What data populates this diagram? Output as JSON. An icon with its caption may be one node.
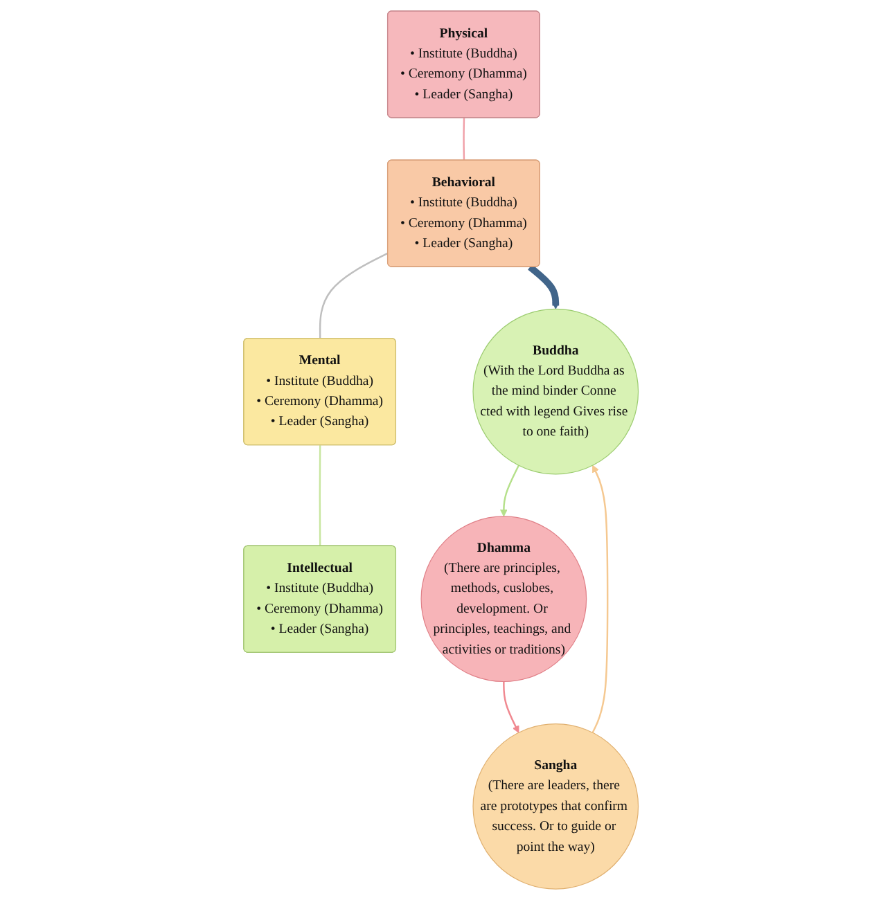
{
  "diagram": {
    "nodes": [
      {
        "text": [
          "Physical",
          "• Institute (Buddha)",
          "• Ceremony (Dhamma)",
          "• Leader (Sangha)"
        ]
      },
      {
        "text": [
          "Behavioral",
          "• Institute (Buddha)",
          "• Ceremony (Dhamma)",
          "• Leader (Sangha)"
        ]
      },
      {
        "text": [
          "Mental",
          "• Institute (Buddha)",
          "• Ceremony (Dhamma)",
          "• Leader (Sangha)"
        ]
      },
      {
        "text": [
          "Intellectual",
          "• Institute (Buddha)",
          "• Ceremony (Dhamma)",
          "• Leader (Sangha)"
        ]
      },
      {
        "text": [
          "Buddha",
          "(With the Lord Buddha as the mind binder Conne cted with legend Gives rise to one faith)"
        ]
      },
      {
        "text": [
          "Dhamma",
          "(There are principles, methods, cuslobes, development. Or principles, teachings, and activities or traditions)"
        ]
      },
      {
        "text": [
          "Sangha",
          "(There are leaders, there are prototypes that confirm success. Or to guide or point the way)"
        ]
      }
    ],
    "edges": [
      {
        "from": 0,
        "to": 1,
        "arrow": "none",
        "color": "#f0a0a8"
      },
      {
        "from": 1,
        "to": 2,
        "arrow": "none",
        "color": "#bfbfbf"
      },
      {
        "from": 2,
        "to": 3,
        "arrow": "none",
        "color": "#c8e6a0"
      },
      {
        "from": 1,
        "to": 4,
        "arrow": "to",
        "style": "thick",
        "color": "#41658a"
      },
      {
        "from": 4,
        "to": 5,
        "arrow": "to",
        "color": "#b5e08a"
      },
      {
        "from": 5,
        "to": 6,
        "arrow": "to",
        "color": "#f08890"
      },
      {
        "from": 6,
        "to": 4,
        "arrow": "to",
        "color": "#f5c890"
      }
    ]
  }
}
